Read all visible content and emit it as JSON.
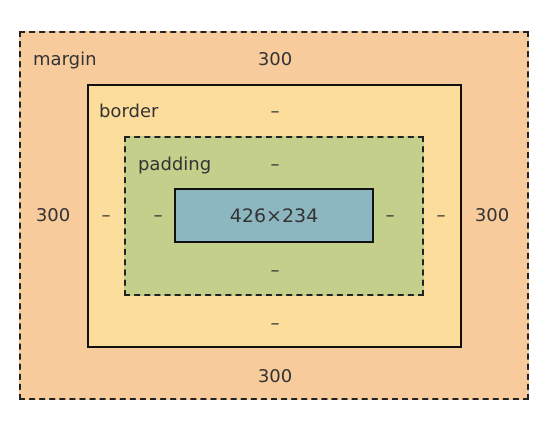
{
  "box_model": {
    "margin": {
      "label": "margin",
      "top": "300",
      "right": "300",
      "bottom": "300",
      "left": "300"
    },
    "border": {
      "label": "border",
      "top": "–",
      "right": "–",
      "bottom": "–",
      "left": "–"
    },
    "padding": {
      "label": "padding",
      "top": "–",
      "right": "–",
      "bottom": "–",
      "left": "–"
    },
    "content": {
      "size": "426×234"
    }
  },
  "colors": {
    "margin": "#f8cb9c",
    "border": "#fddd9b",
    "padding": "#c3cf8a",
    "content": "#8cb6c0"
  }
}
